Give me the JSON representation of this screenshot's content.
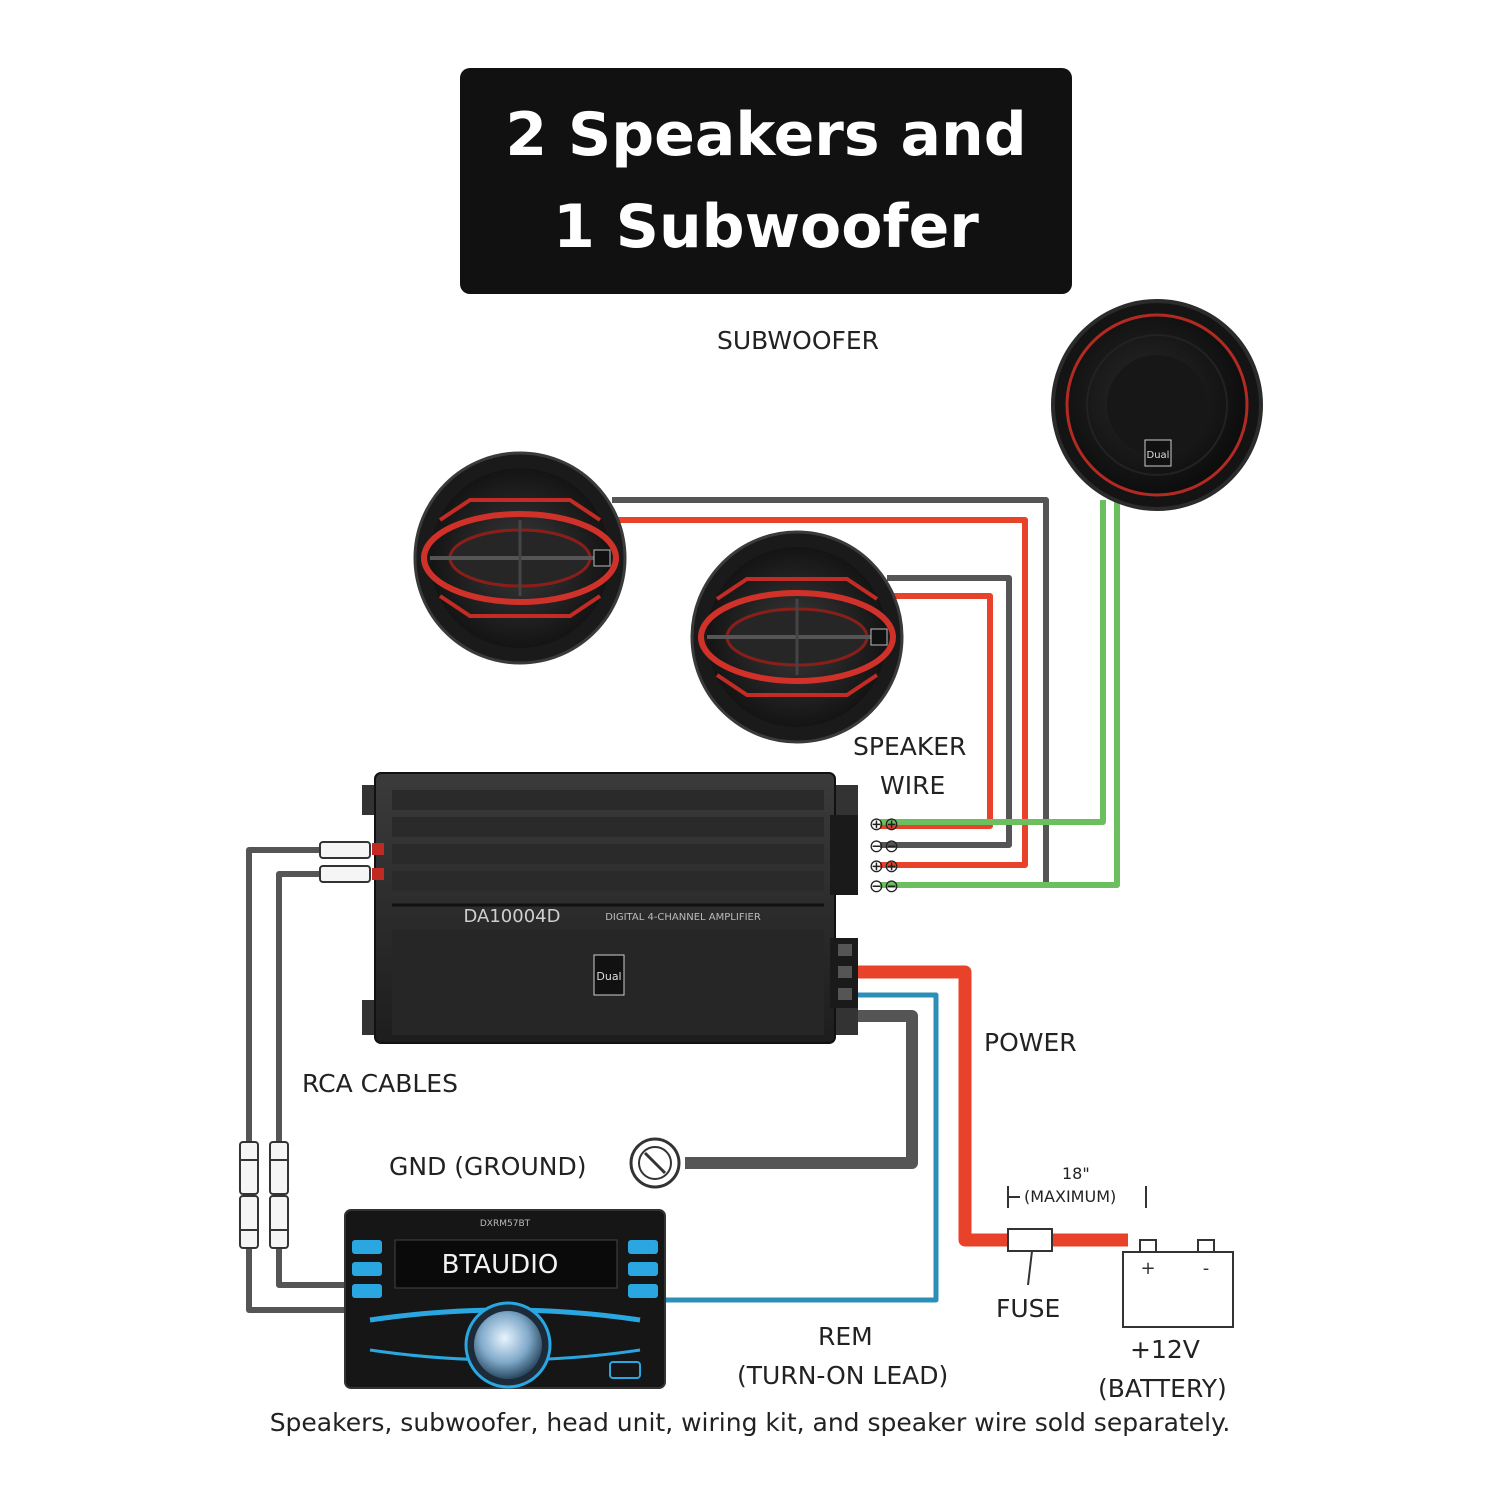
{
  "title": {
    "line1": "2 Speakers and",
    "line2": "1 Subwoofer"
  },
  "labels": {
    "subwoofer": "SUBWOOFER",
    "speaker_wire_1": "SPEAKER",
    "speaker_wire_2": "WIRE",
    "rca_cables": "RCA CABLES",
    "gnd": "GND (GROUND)",
    "power": "POWER",
    "fuse_distance_1": "18\"",
    "fuse_distance_2": "(MAXIMUM)",
    "fuse": "FUSE",
    "rem_1": "REM",
    "rem_2": "(TURN-ON LEAD)",
    "battery_1": "+12V",
    "battery_2": "(BATTERY)",
    "battery_plus": "+",
    "battery_minus": "-"
  },
  "amplifier": {
    "model": "DA10004D",
    "description": "DIGITAL 4-CHANNEL AMPLIFIER",
    "brand": "Dual"
  },
  "terminals": [
    "⊕⊕",
    "⊖⊖",
    "⊕⊕",
    "⊖⊖"
  ],
  "head_unit": {
    "model": "DXRM57BT",
    "display": "BTAUDIO"
  },
  "speaker_brand": "Dual",
  "footer": "Speakers, subwoofer, head unit, wiring kit, and speaker wire sold separately.",
  "colors": {
    "positive_wire": "#e8432a",
    "negative_wire": "#555555",
    "sub_wire": "#6cbf5f",
    "rem_wire": "#2d8fb8",
    "rca_wire": "#555555"
  }
}
